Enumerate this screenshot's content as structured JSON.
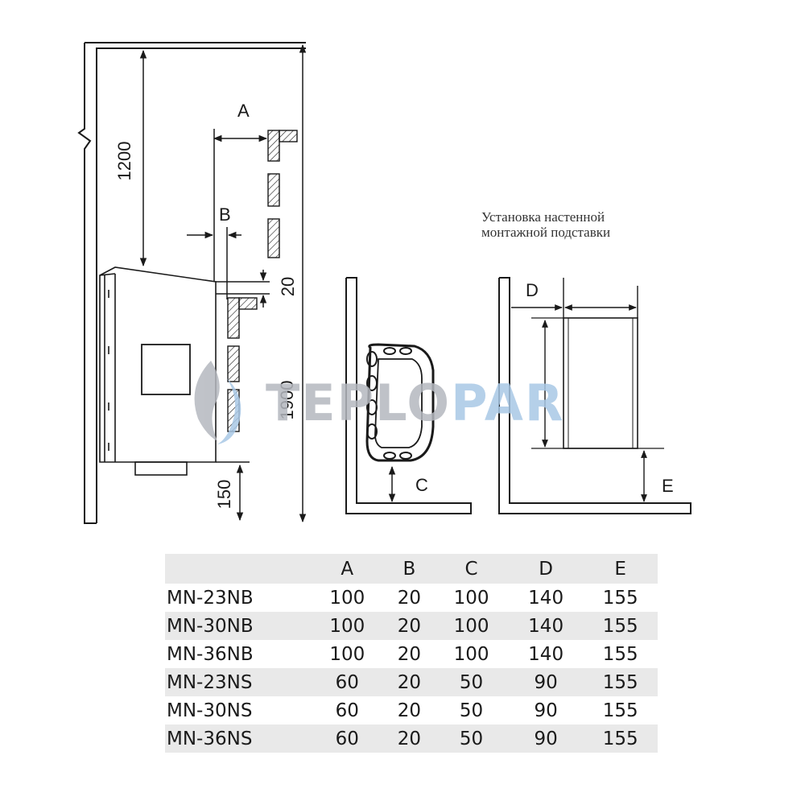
{
  "diagram": {
    "dimensions": {
      "ceiling_gap": "1200",
      "wall_gap_a": "A",
      "wall_gap_b": "B",
      "top_offset": "20",
      "height_total": "1900",
      "floor_gap": "150",
      "gap_c": "C",
      "gap_d": "D",
      "gap_e": "E"
    },
    "caption_line1": "Установка настенной",
    "caption_line2": "монтажной подставки",
    "watermark": "TEPLOPAR"
  },
  "colors": {
    "line": "#1a1a1a",
    "watermark_gray": "#b5b8bf",
    "watermark_blue": "#a9c8e6",
    "table_shade": "#e9e9e9"
  },
  "table": {
    "headers": [
      "",
      "A",
      "B",
      "C",
      "D",
      "E"
    ],
    "rows": [
      [
        "MN-23NB",
        "100",
        "20",
        "100",
        "140",
        "155"
      ],
      [
        "MN-30NB",
        "100",
        "20",
        "100",
        "140",
        "155"
      ],
      [
        "MN-36NB",
        "100",
        "20",
        "100",
        "140",
        "155"
      ],
      [
        "MN-23NS",
        "60",
        "20",
        "50",
        "90",
        "155"
      ],
      [
        "MN-30NS",
        "60",
        "20",
        "50",
        "90",
        "155"
      ],
      [
        "MN-36NS",
        "60",
        "20",
        "50",
        "90",
        "155"
      ]
    ]
  }
}
